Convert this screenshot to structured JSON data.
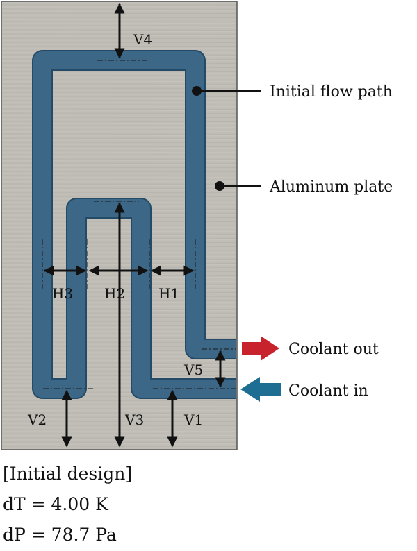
{
  "callouts": {
    "flow_path": "Initial flow path",
    "plate": "Aluminum plate",
    "coolant_out": "Coolant out",
    "coolant_in": "Coolant in"
  },
  "dimensions": {
    "v1": "V1",
    "v2": "V2",
    "v3": "V3",
    "v4": "V4",
    "v5": "V5",
    "h1": "H1",
    "h2": "H2",
    "h3": "H3"
  },
  "design": {
    "title": "[Initial design]",
    "dT": "dT = 4.00 K",
    "dP": "dP = 78.7 Pa"
  },
  "colors": {
    "plate": "#bdbbb3",
    "channel": "#3d6786",
    "channel_edge": "#234a66",
    "coolant_out_arrow": "#c8232d",
    "coolant_in_arrow": "#1e6d93"
  }
}
